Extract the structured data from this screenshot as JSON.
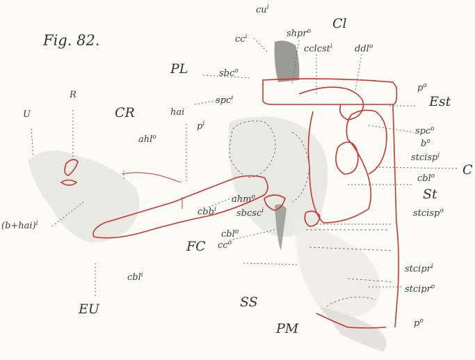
{
  "figure": {
    "title": "Fig. 82.",
    "labels": {
      "cui": "cu",
      "cui_sup": "i",
      "cci": "cc",
      "cci_sup": "i",
      "shpro": "shpr",
      "shpro_sup": "o",
      "Cl": "Cl",
      "cclcsti": "cclcst",
      "cclcsti_sup": "i",
      "ddlo": "ddl",
      "ddlo_sup": "o",
      "PL": "PL",
      "sbco": "sbc",
      "sbco_sup": "o",
      "spci": "spc",
      "spci_sup": "i",
      "po_top": "p",
      "po_top_sup": "o",
      "Est": "Est",
      "R": "R",
      "U": "U",
      "CR": "CR",
      "hai": "hai",
      "pi": "p",
      "pi_sup": "i",
      "spco": "spc",
      "spco_sup": "o",
      "bo": "b",
      "bo_sup": "o",
      "stcispi": "stcisp",
      "stcispi_sup": "i",
      "C": "C",
      "ahlo": "ahl",
      "ahlo_sup": "o",
      "cblo_right": "cbl",
      "cblo_right_sup": "o",
      "St": "St",
      "ahmo": "ahm",
      "ahmo_sup": "o",
      "cbbi": "cbb",
      "cbbi_sup": "i",
      "sbcsci": "sbcsc",
      "sbcsci_sup": "i",
      "stcispo": "stcisp",
      "stcispo_sup": "o",
      "bhaii": "(b+hai)",
      "bhaii_sup": "i",
      "cblo_mid": "cbl",
      "cblo_mid_sup": "o",
      "FC": "FC",
      "cco": "cc",
      "cco_sup": "o",
      "stcipri": "stcipr",
      "stcipri_sup": "i",
      "cbli": "cbl",
      "cbli_sup": "i",
      "stcipro": "stcipr",
      "stcipro_sup": "o",
      "SS": "SS",
      "EU": "EU",
      "PM": "PM",
      "po_bottom": "p",
      "po_bottom_sup": "o"
    }
  }
}
